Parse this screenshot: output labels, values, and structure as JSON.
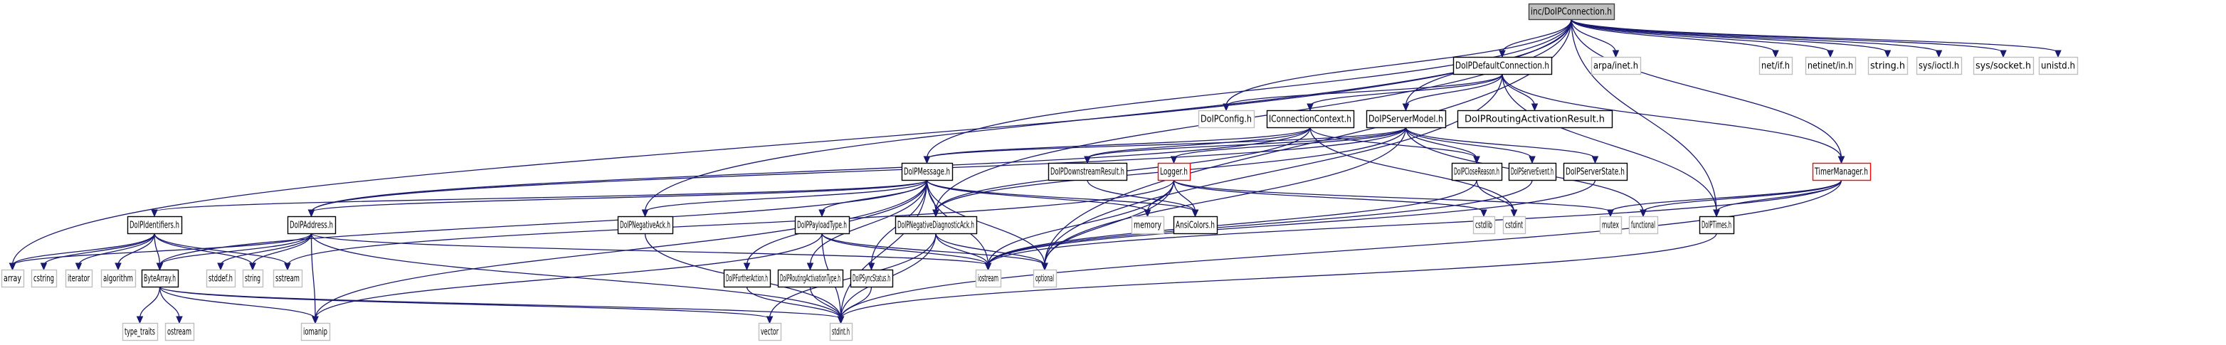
{
  "graph": {
    "title": "inc/DoIPConnection.h",
    "kind": "include dependency graph",
    "colors": {
      "edge": "#191970",
      "root_fill": "#bfbfbf",
      "root_border": "#404040",
      "documented_border": "#000000",
      "external_border": "#bfbfbf",
      "truncated_border": "#ff0000"
    },
    "nodes": [
      {
        "id": "root",
        "label": "inc/DoIPConnection.h",
        "type": "root"
      },
      {
        "id": "defconn",
        "label": "DoIPDefaultConnection.h",
        "type": "documented"
      },
      {
        "id": "arpa",
        "label": "arpa/inet.h",
        "type": "external"
      },
      {
        "id": "netif",
        "label": "net/if.h",
        "type": "external"
      },
      {
        "id": "netinet",
        "label": "netinet/in.h",
        "type": "external"
      },
      {
        "id": "stringh",
        "label": "string.h",
        "type": "external"
      },
      {
        "id": "ioctl",
        "label": "sys/ioctl.h",
        "type": "external"
      },
      {
        "id": "socket",
        "label": "sys/socket.h",
        "type": "external"
      },
      {
        "id": "unistd",
        "label": "unistd.h",
        "type": "external"
      },
      {
        "id": "config",
        "label": "DoIPConfig.h",
        "type": "external"
      },
      {
        "id": "iconn",
        "label": "IConnectionContext.h",
        "type": "documented"
      },
      {
        "id": "servermodel",
        "label": "DoIPServerModel.h",
        "type": "documented"
      },
      {
        "id": "routeres",
        "label": "DoIPRoutingActivationResult.h",
        "type": "documented"
      },
      {
        "id": "message",
        "label": "DoIPMessage.h",
        "type": "documented"
      },
      {
        "id": "downstream",
        "label": "DoIPDownstreamResult.h",
        "type": "documented"
      },
      {
        "id": "logger",
        "label": "Logger.h",
        "type": "truncated"
      },
      {
        "id": "closereason",
        "label": "DoIPCloseReason.h",
        "type": "documented"
      },
      {
        "id": "serverevent",
        "label": "DoIPServerEvent.h",
        "type": "documented"
      },
      {
        "id": "serverstate",
        "label": "DoIPServerState.h",
        "type": "documented"
      },
      {
        "id": "timermgr",
        "label": "TimerManager.h",
        "type": "truncated"
      },
      {
        "id": "identifiers",
        "label": "DoIPIdentifiers.h",
        "type": "documented"
      },
      {
        "id": "address",
        "label": "DoIPAddress.h",
        "type": "documented"
      },
      {
        "id": "negack",
        "label": "DoIPNegativeAck.h",
        "type": "documented"
      },
      {
        "id": "payloadtype",
        "label": "DoIPPayloadType.h",
        "type": "documented"
      },
      {
        "id": "negdiag",
        "label": "DoIPNegativeDiagnosticAck.h",
        "type": "documented"
      },
      {
        "id": "memory",
        "label": "memory",
        "type": "external"
      },
      {
        "id": "ansicolors",
        "label": "AnsiColors.h",
        "type": "documented"
      },
      {
        "id": "cstdlib",
        "label": "cstdlib",
        "type": "external"
      },
      {
        "id": "cstdint",
        "label": "cstdint",
        "type": "external"
      },
      {
        "id": "mutex",
        "label": "mutex",
        "type": "external"
      },
      {
        "id": "functional",
        "label": "functional",
        "type": "external"
      },
      {
        "id": "times",
        "label": "DoIPTimes.h",
        "type": "documented"
      },
      {
        "id": "array",
        "label": "array",
        "type": "external"
      },
      {
        "id": "cstring",
        "label": "cstring",
        "type": "external"
      },
      {
        "id": "iterator",
        "label": "iterator",
        "type": "external"
      },
      {
        "id": "algorithm",
        "label": "algorithm",
        "type": "external"
      },
      {
        "id": "bytearray",
        "label": "ByteArray.h",
        "type": "documented"
      },
      {
        "id": "stddef",
        "label": "stddef.h",
        "type": "external"
      },
      {
        "id": "string",
        "label": "string",
        "type": "external"
      },
      {
        "id": "sstream",
        "label": "sstream",
        "type": "external"
      },
      {
        "id": "iostream",
        "label": "iostream",
        "type": "external"
      },
      {
        "id": "optional",
        "label": "optional",
        "type": "external"
      },
      {
        "id": "furtheraction",
        "label": "DoIPFurtherAction.h",
        "type": "documented"
      },
      {
        "id": "routetype",
        "label": "DoIPRoutingActivationType.h",
        "type": "documented"
      },
      {
        "id": "syncstatus",
        "label": "DoIPSyncStatus.h",
        "type": "documented"
      },
      {
        "id": "typetraits",
        "label": "type_traits",
        "type": "external"
      },
      {
        "id": "ostream",
        "label": "ostream",
        "type": "external"
      },
      {
        "id": "iomanip",
        "label": "iomanip",
        "type": "external"
      },
      {
        "id": "vector",
        "label": "vector",
        "type": "external"
      },
      {
        "id": "stdint",
        "label": "stdint.h",
        "type": "external"
      }
    ],
    "edges": [
      [
        "root",
        "defconn"
      ],
      [
        "root",
        "arpa"
      ],
      [
        "root",
        "netif"
      ],
      [
        "root",
        "netinet"
      ],
      [
        "root",
        "stringh"
      ],
      [
        "root",
        "ioctl"
      ],
      [
        "root",
        "socket"
      ],
      [
        "root",
        "unistd"
      ],
      [
        "root",
        "config"
      ],
      [
        "root",
        "servermodel"
      ],
      [
        "root",
        "message"
      ],
      [
        "root",
        "negack"
      ],
      [
        "root",
        "negdiag"
      ],
      [
        "root",
        "array"
      ],
      [
        "root",
        "times"
      ],
      [
        "root",
        "optional"
      ],
      [
        "root",
        "timermgr"
      ],
      [
        "defconn",
        "config"
      ],
      [
        "defconn",
        "iconn"
      ],
      [
        "defconn",
        "servermodel"
      ],
      [
        "defconn",
        "routeres"
      ],
      [
        "defconn",
        "timermgr"
      ],
      [
        "defconn",
        "times"
      ],
      [
        "defconn",
        "optional"
      ],
      [
        "iconn",
        "message"
      ],
      [
        "iconn",
        "address"
      ],
      [
        "iconn",
        "downstream"
      ],
      [
        "iconn",
        "closereason"
      ],
      [
        "iconn",
        "negdiag"
      ],
      [
        "iconn",
        "cstdint"
      ],
      [
        "servermodel",
        "message"
      ],
      [
        "servermodel",
        "address"
      ],
      [
        "servermodel",
        "downstream"
      ],
      [
        "servermodel",
        "logger"
      ],
      [
        "servermodel",
        "closereason"
      ],
      [
        "servermodel",
        "serverevent"
      ],
      [
        "servermodel",
        "serverstate"
      ],
      [
        "servermodel",
        "negdiag"
      ],
      [
        "servermodel",
        "functional"
      ],
      [
        "servermodel",
        "optional"
      ],
      [
        "message",
        "identifiers"
      ],
      [
        "message",
        "address"
      ],
      [
        "message",
        "negack"
      ],
      [
        "message",
        "payloadtype"
      ],
      [
        "message",
        "negdiag"
      ],
      [
        "message",
        "memory"
      ],
      [
        "message",
        "ansicolors"
      ],
      [
        "message",
        "iostream"
      ],
      [
        "message",
        "optional"
      ],
      [
        "message",
        "furtheraction"
      ],
      [
        "message",
        "routetype"
      ],
      [
        "message",
        "syncstatus"
      ],
      [
        "message",
        "stdint"
      ],
      [
        "message",
        "iomanip"
      ],
      [
        "message",
        "bytearray"
      ],
      [
        "downstream",
        "ansicolors"
      ],
      [
        "logger",
        "memory"
      ],
      [
        "logger",
        "ansicolors"
      ],
      [
        "logger",
        "cstdlib"
      ],
      [
        "logger",
        "mutex"
      ],
      [
        "logger",
        "optional"
      ],
      [
        "logger",
        "sstream"
      ],
      [
        "logger",
        "iostream"
      ],
      [
        "closereason",
        "cstdint"
      ],
      [
        "closereason",
        "iostream"
      ],
      [
        "serverevent",
        "iostream"
      ],
      [
        "serverstate",
        "iostream"
      ],
      [
        "timermgr",
        "mutex"
      ],
      [
        "timermgr",
        "functional"
      ],
      [
        "timermgr",
        "times"
      ],
      [
        "timermgr",
        "iostream"
      ],
      [
        "timermgr",
        "stdint"
      ],
      [
        "times",
        "stdint"
      ],
      [
        "identifiers",
        "array"
      ],
      [
        "identifiers",
        "cstring"
      ],
      [
        "identifiers",
        "iterator"
      ],
      [
        "identifiers",
        "algorithm"
      ],
      [
        "identifiers",
        "bytearray"
      ],
      [
        "identifiers",
        "string"
      ],
      [
        "identifiers",
        "sstream"
      ],
      [
        "address",
        "array"
      ],
      [
        "address",
        "bytearray"
      ],
      [
        "address",
        "stddef"
      ],
      [
        "address",
        "string"
      ],
      [
        "address",
        "iomanip"
      ],
      [
        "address",
        "stdint"
      ],
      [
        "address",
        "iostream"
      ],
      [
        "negack",
        "stdint"
      ],
      [
        "payloadtype",
        "stdint"
      ],
      [
        "payloadtype",
        "iostream"
      ],
      [
        "payloadtype",
        "optional"
      ],
      [
        "payloadtype",
        "iomanip"
      ],
      [
        "negdiag",
        "stdint"
      ],
      [
        "negdiag",
        "iostream"
      ],
      [
        "negdiag",
        "optional"
      ],
      [
        "negdiag",
        "vector"
      ],
      [
        "furtheraction",
        "stdint"
      ],
      [
        "routetype",
        "stdint"
      ],
      [
        "syncstatus",
        "stdint"
      ],
      [
        "bytearray",
        "typetraits"
      ],
      [
        "bytearray",
        "ostream"
      ],
      [
        "bytearray",
        "iomanip"
      ],
      [
        "bytearray",
        "vector"
      ],
      [
        "bytearray",
        "stdint"
      ]
    ]
  }
}
